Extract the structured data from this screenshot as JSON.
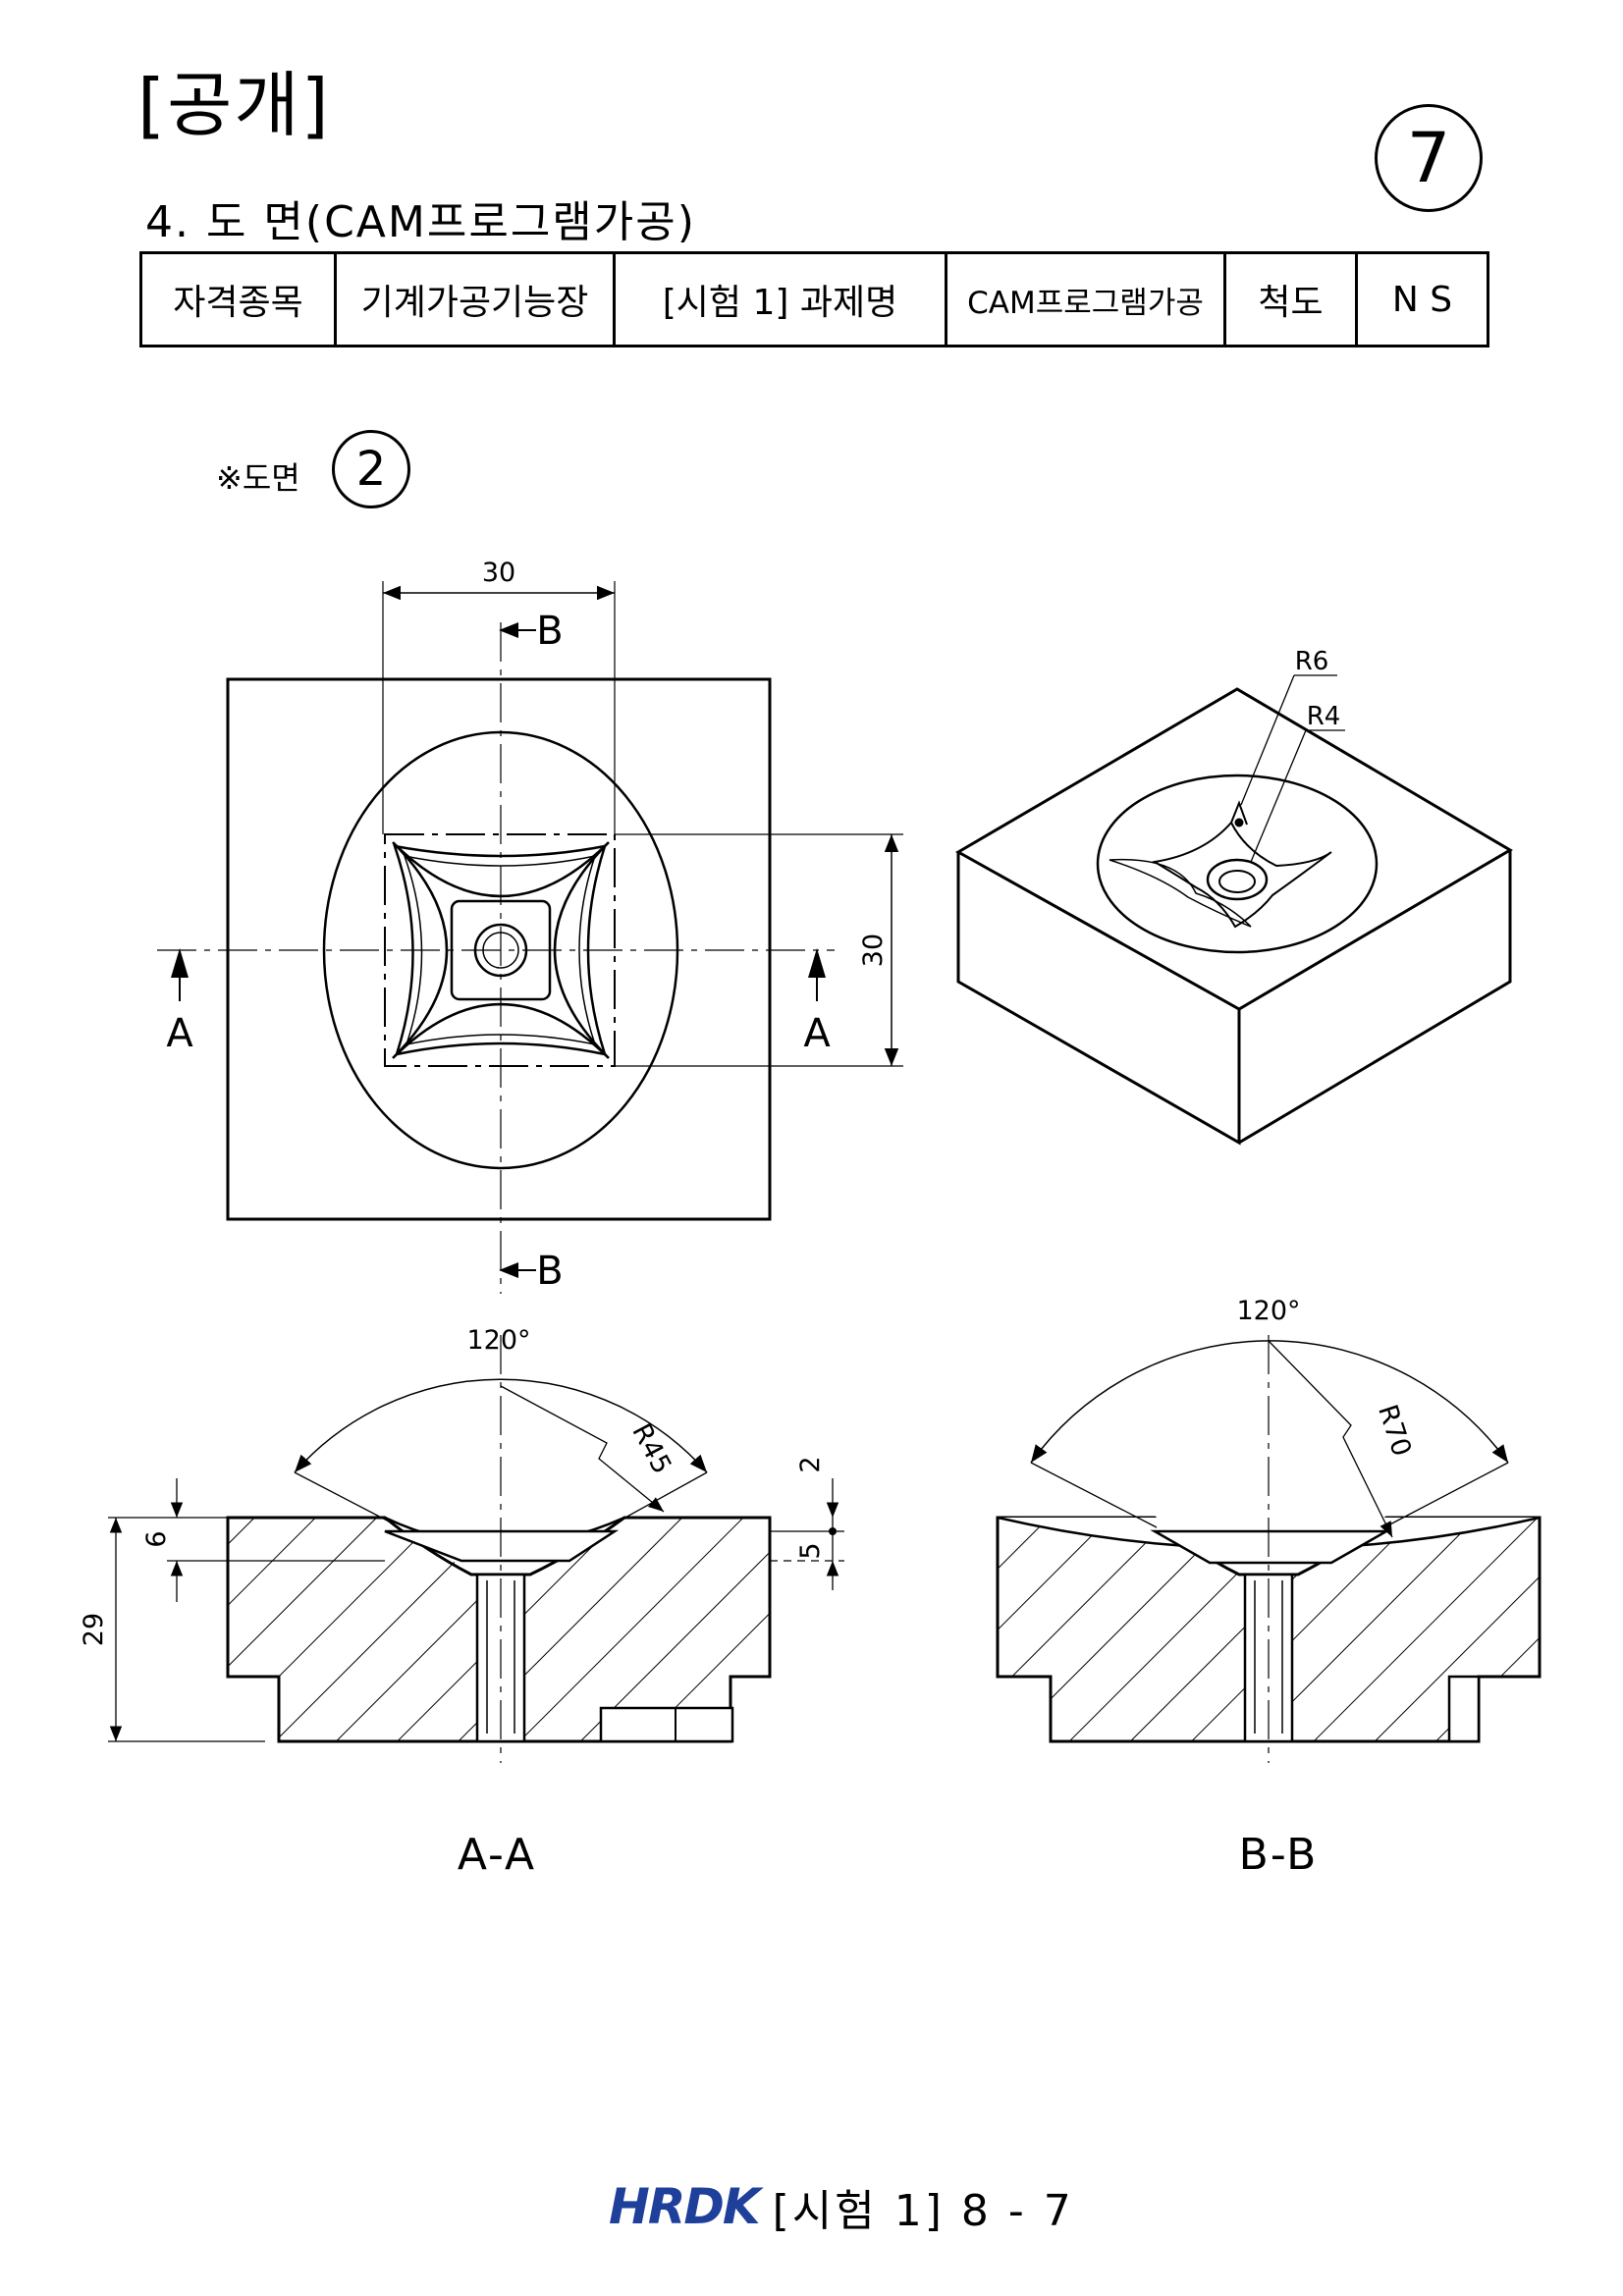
{
  "header": {
    "tag": "[공개]",
    "page_marker": "7",
    "section_title": "4. 도 면(CAM프로그램가공)"
  },
  "info_table": {
    "c1": "자격종목",
    "c2": "기계가공기능장",
    "c3": "[시험 1] 과제명",
    "c4": "CAM프로그램가공",
    "c5": "척도",
    "c6": "N S"
  },
  "drawing_ref": {
    "label": "※도면",
    "number": "2"
  },
  "dimensions": {
    "top_width": "30",
    "top_height": "30",
    "section_b_top": "B",
    "section_b_bottom": "B",
    "section_a_left": "A",
    "section_a_right": "A",
    "iso_r6": "R6",
    "iso_r4": "R4",
    "aa_angle": "120°",
    "aa_radius": "R45",
    "aa_dim_2": "2",
    "aa_dim_5": "5",
    "aa_dim_6": "6",
    "aa_dim_29": "29",
    "bb_angle": "120°",
    "bb_radius": "R70"
  },
  "views": {
    "aa_label": "A-A",
    "bb_label": "B-B"
  },
  "footer": {
    "logo": "HRDK",
    "text": "[시험 1] 8 - 7"
  }
}
